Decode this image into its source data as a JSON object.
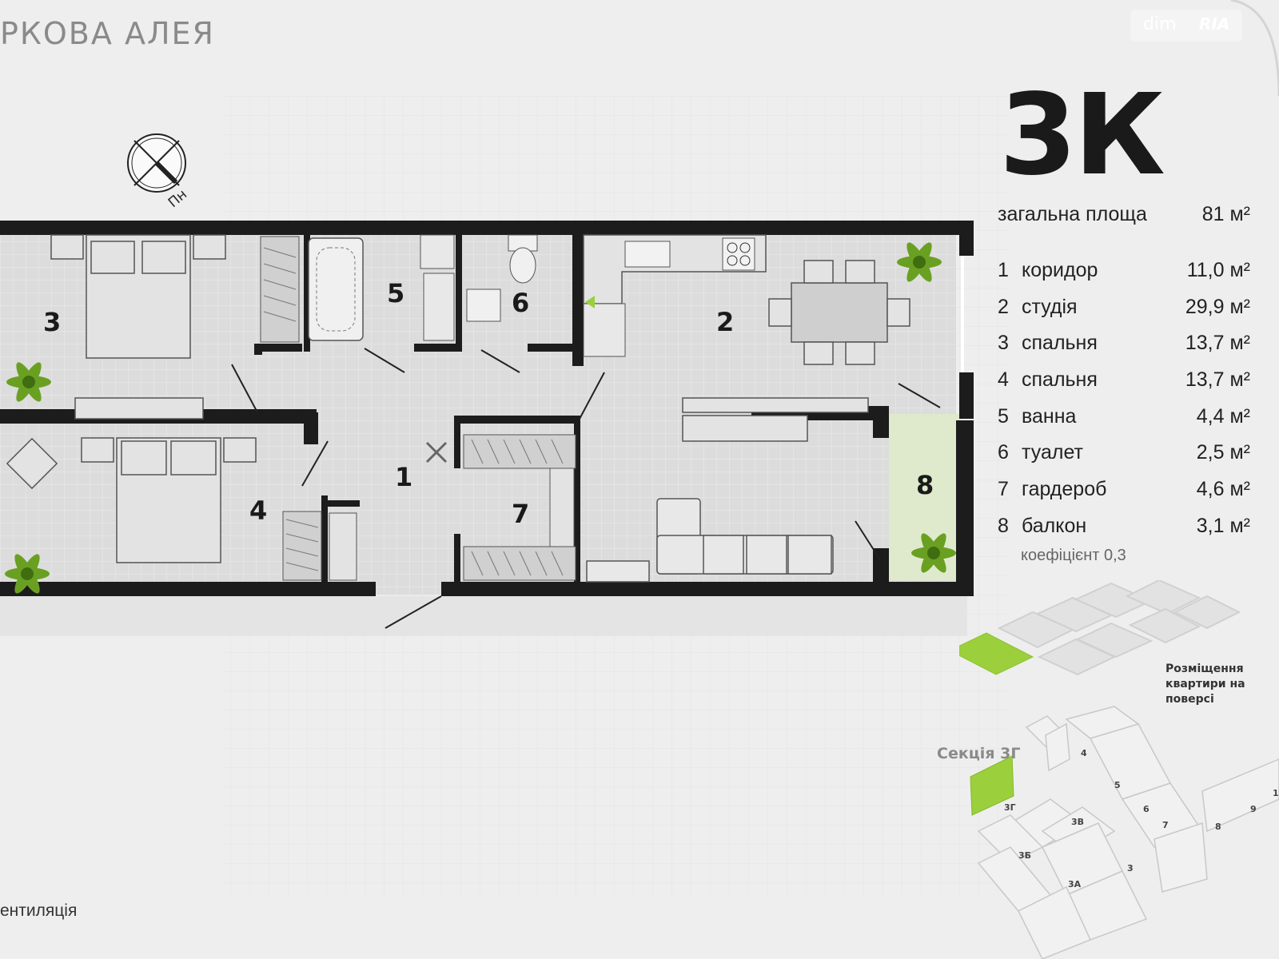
{
  "header": {
    "project_title": "РКОВА АЛЕЯ",
    "watermark": [
      "dim",
      "RIA"
    ]
  },
  "compass": {
    "label": "Пн"
  },
  "apartment": {
    "type": "3К",
    "total_label": "загальна площа",
    "total_area": "81 м²",
    "rooms": [
      {
        "num": "1",
        "name": "коридор",
        "area": "11,0 м²"
      },
      {
        "num": "2",
        "name": "студія",
        "area": "29,9 м²"
      },
      {
        "num": "3",
        "name": "спальня",
        "area": "13,7 м²"
      },
      {
        "num": "4",
        "name": "спальня",
        "area": "13,7 м²"
      },
      {
        "num": "5",
        "name": "ванна",
        "area": "4,4 м²"
      },
      {
        "num": "6",
        "name": "туалет",
        "area": "2,5 м²"
      },
      {
        "num": "7",
        "name": "гардероб",
        "area": "4,6 м²"
      },
      {
        "num": "8",
        "name": "балкон",
        "area": "3,1 м²"
      }
    ],
    "balcony_coefficient": "коефіцієнт 0,3"
  },
  "plan_labels": [
    "1",
    "2",
    "3",
    "4",
    "5",
    "6",
    "7",
    "8"
  ],
  "floor_location_caption": [
    "Розміщення",
    "квартири на",
    "поверсі"
  ],
  "section_caption": "Секція 3Г",
  "building_labels": [
    "4",
    "5",
    "6",
    "7",
    "8",
    "9",
    "1",
    "3Г",
    "3В",
    "3Б",
    "3А",
    "3"
  ],
  "legend": {
    "ventilation": "ентиляція"
  },
  "colors": {
    "accent_green": "#9bcf3c",
    "wall": "#1c1c1c",
    "room_fill": "#dcdcdc",
    "balcony_fill": "#dfeacd"
  }
}
